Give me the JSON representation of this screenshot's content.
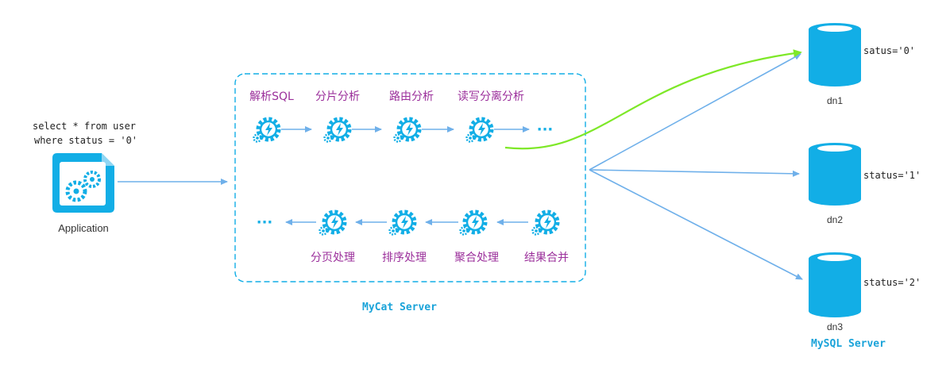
{
  "application": {
    "label": "Application",
    "query_line1": "select * from user",
    "query_line2": "where status = '0'"
  },
  "mycat": {
    "label": "MyCat Server",
    "top_steps": [
      "解析SQL",
      "分片分析",
      "路由分析",
      "读写分离分析"
    ],
    "bottom_steps": [
      "分页处理",
      "排序处理",
      "聚合处理",
      "结果合并"
    ],
    "ellipsis": "···"
  },
  "mysql": {
    "label": "MySQL Server",
    "nodes": [
      {
        "name": "dn1",
        "condition": "satus='0'"
      },
      {
        "name": "dn2",
        "condition": "status='1'"
      },
      {
        "name": "dn3",
        "condition": "status='2'"
      }
    ]
  },
  "colors": {
    "accent": "#12aee6",
    "arrow": "#6fb0ea",
    "highlight": "#7ee828",
    "step_text": "#9b2f9b"
  }
}
